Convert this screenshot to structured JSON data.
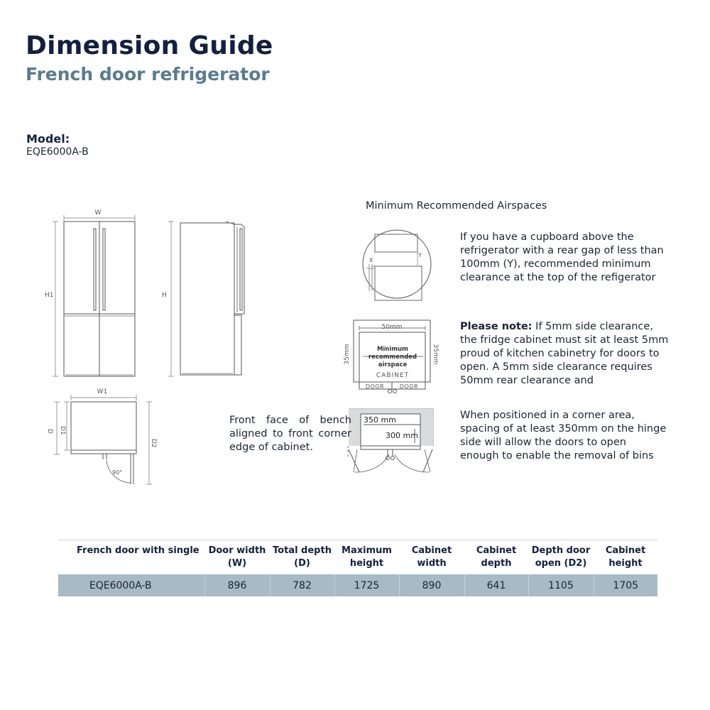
{
  "header": {
    "title": "Dimension Guide",
    "subtitle": "French door refrigerator"
  },
  "model": {
    "label": "Model:",
    "value": "EQE6000A-B"
  },
  "diagram_labels": {
    "front_width": "W",
    "front_height": "H1",
    "side_height": "H",
    "plan_width": "W1",
    "plan_depth": "D",
    "plan_depth1": "D1",
    "plan_depth2": "D2",
    "door_angle": "90°"
  },
  "airspaces": {
    "title": "Minimum Recommended Airspaces",
    "gap_x": "X",
    "gap_y": "Y",
    "top_gap": "50mm",
    "side_gap_left": "35mm",
    "side_gap_right": "35mm",
    "box_label": "Minimum\nrecommended\nairspace",
    "cabinet": "CABINET",
    "door_left": "DOOR",
    "door_right": "DOOR",
    "corner_gap": "350 mm",
    "door_gap": "300 mm",
    "note_1": "If you have a cupboard above the refrigerator with a rear gap of less than\n100mm (Y), recommended minimum clearance at the top of the refigerator",
    "note_2_bold": "Please note:",
    "note_2": "  If  5mm  side clearance,\n the fridge cabinet must sit at least 5mm proud of kitchen cabinetry for doors to open.  A 5mm side clearance requires 50mm rear clearance and",
    "note_3": "When positioned in a corner area, spacing of at least 350mm on the hinge side will allow the doors to open\nenough to enable the removal of bins",
    "bench_note": "Front face of bench aligned to front corner edge of cabinet."
  },
  "table": {
    "headers": [
      "French door with single",
      "Door width (W)",
      "Total depth (D)",
      "Maximum height",
      "Cabinet width",
      "Cabinet depth",
      "Depth door open (D2)",
      "Cabinet height"
    ],
    "rows": [
      [
        "EQE6000A-B",
        "896",
        "782",
        "1725",
        "890",
        "641",
        "1105",
        "1705"
      ]
    ]
  }
}
